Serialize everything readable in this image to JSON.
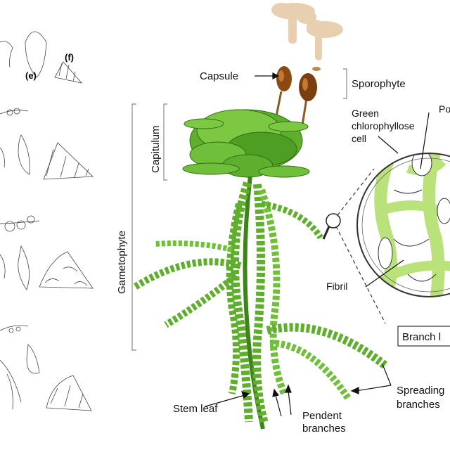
{
  "labels": {
    "panel_e": "(e)",
    "panel_f": "(f)",
    "capsule": "Capsule",
    "sporophyte": "Sporophyte",
    "capitulum": "Capitulum",
    "gametophyte": "Gametophyte",
    "green_cell_1": "Green",
    "green_cell_2": "chlorophyllose",
    "green_cell_3": "cell",
    "pore_partial": "Po",
    "fibril": "Fibril",
    "branch_leaf_partial": "Branch l",
    "spreading_1": "Spreading",
    "spreading_2": "branches",
    "stem_leaf": "Stem leaf",
    "pendent_1": "Pendent",
    "pendent_2": "branches"
  },
  "colors": {
    "leaf_green": "#5fae2e",
    "leaf_dark": "#2f6e12",
    "capsule_brown": "#8a4a14",
    "spore_cloud": "#e8cfb0",
    "cell_green": "#b9e27a"
  }
}
